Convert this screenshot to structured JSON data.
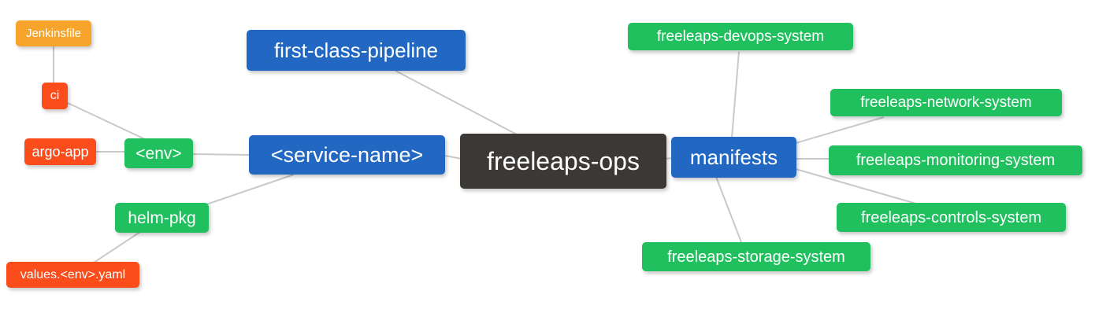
{
  "diagram": {
    "type": "mindmap",
    "colors": {
      "blue": "#2268c3",
      "green": "#21c05f",
      "red": "#fb4c1c",
      "orange": "#f7a42c",
      "dark": "#3b3835",
      "edge": "#c9c9c9",
      "background": "#ffffff",
      "text": "#ffffff"
    },
    "nodes": {
      "root": {
        "label": "freeleaps-ops"
      },
      "first_class_pipeline": {
        "label": "first-class-pipeline"
      },
      "service_name": {
        "label": "<service-name>"
      },
      "manifests": {
        "label": "manifests"
      },
      "env": {
        "label": "<env>"
      },
      "helm_pkg": {
        "label": "helm-pkg"
      },
      "ci": {
        "label": "ci"
      },
      "argo_app": {
        "label": "argo-app"
      },
      "jenkinsfile": {
        "label": "Jenkinsfile"
      },
      "values_env_yaml": {
        "label": "values.<env>.yaml"
      },
      "devops_system": {
        "label": "freeleaps-devops-system"
      },
      "network_system": {
        "label": "freeleaps-network-system"
      },
      "monitoring_system": {
        "label": "freeleaps-monitoring-system"
      },
      "controls_system": {
        "label": "freeleaps-controls-system"
      },
      "storage_system": {
        "label": "freeleaps-storage-system"
      }
    },
    "edges": [
      {
        "from": "Jenkinsfile",
        "to": "ci"
      },
      {
        "from": "ci",
        "to": "<env>"
      },
      {
        "from": "argo-app",
        "to": "<env>"
      },
      {
        "from": "<env>",
        "to": "<service-name>"
      },
      {
        "from": "helm-pkg",
        "to": "<service-name>"
      },
      {
        "from": "values.<env>.yaml",
        "to": "helm-pkg"
      },
      {
        "from": "first-class-pipeline",
        "to": "freeleaps-ops"
      },
      {
        "from": "<service-name>",
        "to": "freeleaps-ops"
      },
      {
        "from": "freeleaps-ops",
        "to": "manifests"
      },
      {
        "from": "manifests",
        "to": "freeleaps-devops-system"
      },
      {
        "from": "manifests",
        "to": "freeleaps-network-system"
      },
      {
        "from": "manifests",
        "to": "freeleaps-monitoring-system"
      },
      {
        "from": "manifests",
        "to": "freeleaps-controls-system"
      },
      {
        "from": "manifests",
        "to": "freeleaps-storage-system"
      }
    ]
  }
}
